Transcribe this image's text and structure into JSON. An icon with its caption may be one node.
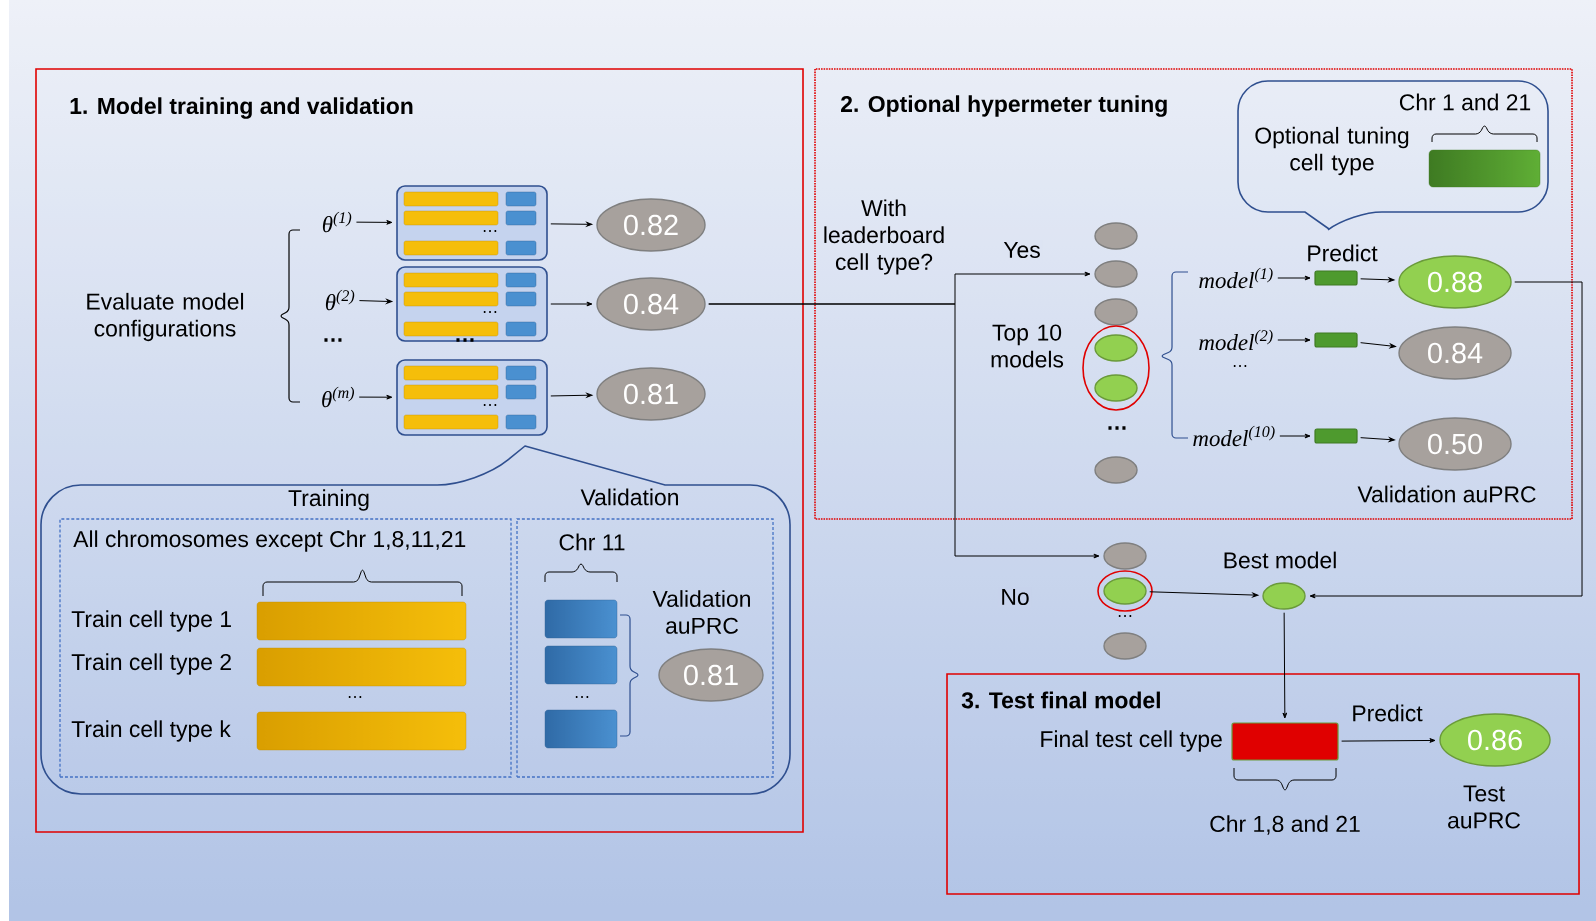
{
  "diagram": {
    "nodes": [
      {
        "text": [
          "1. Model training and validation"
        ]
      },
      {
        "text": [
          "Evaluate model configurations"
        ],
        "in": 0
      },
      {
        "text": [
          "θ$^{(1)}$"
        ],
        "in": 0
      },
      {
        "text": [
          "θ$^{(2)}$"
        ],
        "in": 0
      },
      {
        "text": [
          "θ$^{(m)}$"
        ],
        "in": 0
      },
      {
        "text": [],
        "shape": "box",
        "in": 0
      },
      {
        "text": [],
        "shape": "box",
        "in": 0
      },
      {
        "text": [],
        "shape": "box",
        "in": 0
      },
      {
        "text": [
          "0.82"
        ],
        "in": 0
      },
      {
        "text": [
          "0.84"
        ],
        "in": 0
      },
      {
        "text": [
          "0.81"
        ],
        "in": 0
      },
      {
        "text": [],
        "shape": "box",
        "in": 0
      },
      {
        "text": [
          "Training",
          "All chromosomes except Chr 1,8,11,21"
        ],
        "in": 11
      },
      {
        "text": [
          "Validation",
          "Chr 11"
        ],
        "in": 11
      },
      {
        "text": [
          "0.81"
        ],
        "beside": [
          "Validation auPRC"
        ],
        "in": 13
      },
      {
        "text": [
          "2. Optional hypermeter tuning"
        ]
      },
      {
        "text": [
          "Chr 1 and 21",
          "Optional tuning cell type"
        ],
        "in": 15
      },
      {
        "text": [],
        "shape": "ellipse",
        "in": 15
      },
      {
        "text": [],
        "shape": "ellipse",
        "in": 15
      },
      {
        "text": [],
        "shape": "ellipse",
        "in": 15
      },
      {
        "text": [],
        "shape": "ellipse",
        "in": 15
      },
      {
        "text": [],
        "shape": "ellipse",
        "in": 15
      },
      {
        "text": [],
        "shape": "ellipse",
        "in": 15
      },
      {
        "text": [
          "model$^{(1)}$"
        ],
        "in": 15
      },
      {
        "text": [
          "model$^{(2)}$"
        ],
        "in": 15
      },
      {
        "text": [
          "model$^{(10)}$"
        ],
        "in": 15
      },
      {
        "text": [],
        "shape": "bar",
        "in": 15
      },
      {
        "text": [],
        "shape": "bar",
        "in": 15
      },
      {
        "text": [],
        "shape": "bar",
        "in": 15
      },
      {
        "text": [
          "0.88"
        ],
        "in": 15
      },
      {
        "text": [
          "0.84"
        ],
        "in": 15
      },
      {
        "text": [
          "0.50"
        ],
        "in": 15
      },
      {
        "text": [],
        "shape": "ellipse"
      },
      {
        "text": [],
        "shape": "ellipse"
      },
      {
        "text": [],
        "shape": "ellipse"
      },
      {
        "text": [],
        "shape": "ellipse",
        "beside": [
          "Best model"
        ]
      },
      {
        "text": [
          "3. Test final model"
        ]
      },
      {
        "text": [],
        "shape": "bar",
        "beside": [
          "Final test cell type",
          "Chr 1,8 and 21"
        ],
        "in": 36
      },
      {
        "text": [
          "0.86"
        ],
        "beside": [
          "Test auPRC"
        ],
        "in": 36
      }
    ],
    "edges": [
      {
        "from": 2,
        "to": 5,
        "arrow": "to"
      },
      {
        "from": 3,
        "to": 6,
        "arrow": "to"
      },
      {
        "from": 4,
        "to": 7,
        "arrow": "to"
      },
      {
        "from": 5,
        "to": 8,
        "arrow": "to"
      },
      {
        "from": 6,
        "to": 9,
        "arrow": "to"
      },
      {
        "from": 7,
        "to": 10,
        "arrow": "to"
      },
      {
        "from": 9,
        "to": 18,
        "arrow": "to",
        "label": "Yes"
      },
      {
        "from": 9,
        "to": 32,
        "arrow": "to",
        "label": "No"
      },
      {
        "from": 23,
        "to": 26,
        "arrow": "to"
      },
      {
        "from": 24,
        "to": 27,
        "arrow": "to"
      },
      {
        "from": 25,
        "to": 28,
        "arrow": "to"
      },
      {
        "from": 26,
        "to": 29,
        "arrow": "to"
      },
      {
        "from": 27,
        "to": 30,
        "arrow": "to"
      },
      {
        "from": 28,
        "to": 31,
        "arrow": "to"
      },
      {
        "from": 29,
        "to": 35,
        "arrow": "to"
      },
      {
        "from": 33,
        "to": 35,
        "arrow": "to"
      },
      {
        "from": 35,
        "to": 37,
        "arrow": "to"
      },
      {
        "from": 37,
        "to": 38,
        "arrow": "to",
        "label": "Predict"
      }
    ],
    "labels": [
      "…",
      "…",
      "…",
      "…",
      "…",
      "Train cell type 1",
      "Train cell type 2",
      "…",
      "Train cell type k",
      "…",
      "With leaderboard cell type?",
      "Top 10 models",
      "…",
      "…",
      "Predict",
      "Validation auPRC",
      "…"
    ]
  }
}
